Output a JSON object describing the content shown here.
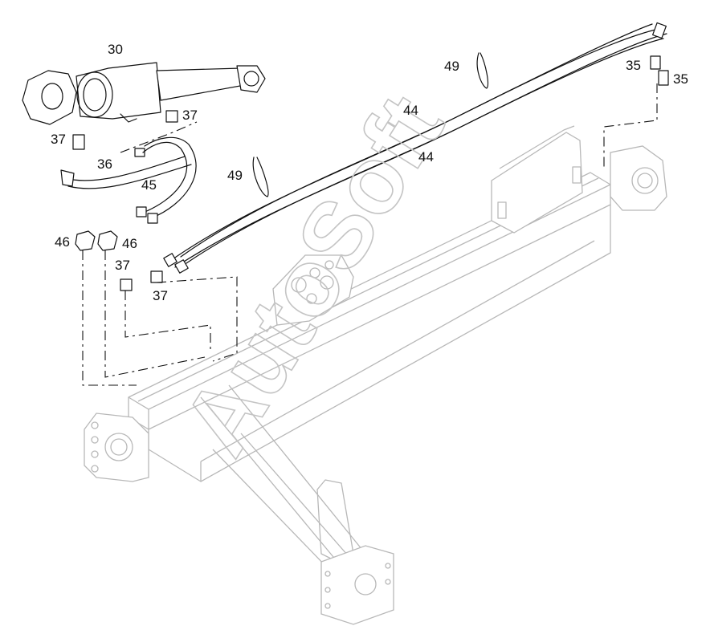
{
  "watermark": "AutoSoft",
  "labels": {
    "p30": "30",
    "p35a": "35",
    "p35b": "35",
    "p36": "36",
    "p37a": "37",
    "p37b": "37",
    "p37c": "37",
    "p37d": "37",
    "p44a": "44",
    "p44b": "44",
    "p45": "45",
    "p46a": "46",
    "p46b": "46",
    "p49a": "49",
    "p49b": "49"
  }
}
